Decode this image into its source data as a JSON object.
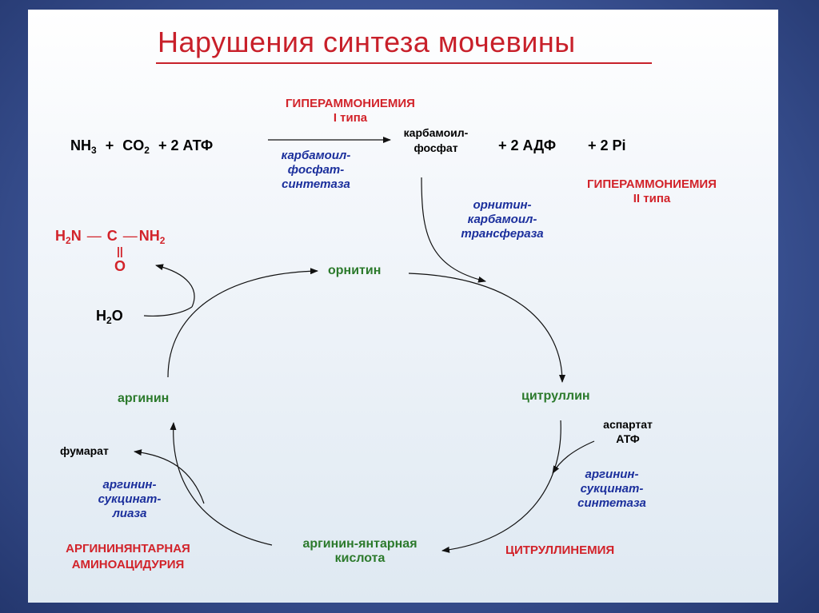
{
  "title": "Нарушения синтеза мочевины",
  "hyperammonemia_1": {
    "line1": "ГИПЕРАММОНИЕМИЯ",
    "line2": "I типа"
  },
  "hyperammonemia_2": {
    "line1": "ГИПЕРАММОНИЕМИЯ",
    "line2": "II типа"
  },
  "reaction": {
    "nh3": "NH",
    "nh3_sub": "3",
    "plus1": "+",
    "co2": "CO",
    "co2_sub": "2",
    "plus_atp": "+ 2 АТФ",
    "product_line1": "карбамоил-",
    "product_line2": "фосфат",
    "byproducts": "+ 2 АДФ",
    "pi": "+ 2 Pi"
  },
  "enzymes": {
    "cps": [
      "карбамоил-",
      "фосфат-",
      "синтетаза"
    ],
    "otc": [
      "орнитин-",
      "карбамоил-",
      "трансфераза"
    ],
    "ass": [
      "аргинин-",
      "сукцинат-",
      "синтетаза"
    ],
    "asl": [
      "аргинин-",
      "сукцинат-",
      "лиаза"
    ]
  },
  "urea": {
    "h2n": "H",
    "h2n_sub": "2",
    "n": "N",
    "bond1": "—",
    "c": "C",
    "bond2": "—",
    "nh2": "NH",
    "nh2_sub": "2",
    "double_bond": "||",
    "o": "O"
  },
  "water": {
    "h": "H",
    "sub": "2",
    "o": "O"
  },
  "metabolites": {
    "ornithine": "орнитин",
    "citrulline": "цитруллин",
    "arginine": "аргинин",
    "argininosuccinate_line1": "аргинин-янтарная",
    "argininosuccinate_line2": "кислота",
    "fumarate": "фумарат",
    "aspartate": "аспартат",
    "atp": "АТФ"
  },
  "disorders": {
    "citrullinemia": "ЦИТРУЛЛИНЕМИЯ",
    "argininosuccinic_line1": "АРГИНИНЯНТАРНАЯ",
    "argininosuccinic_line2": "АМИНОАЦИДУРИЯ"
  },
  "colors": {
    "disorder": "#d2232a",
    "metabolite": "#2c7a2c",
    "enzyme": "#1b2f9c",
    "title": "#c8202a"
  }
}
